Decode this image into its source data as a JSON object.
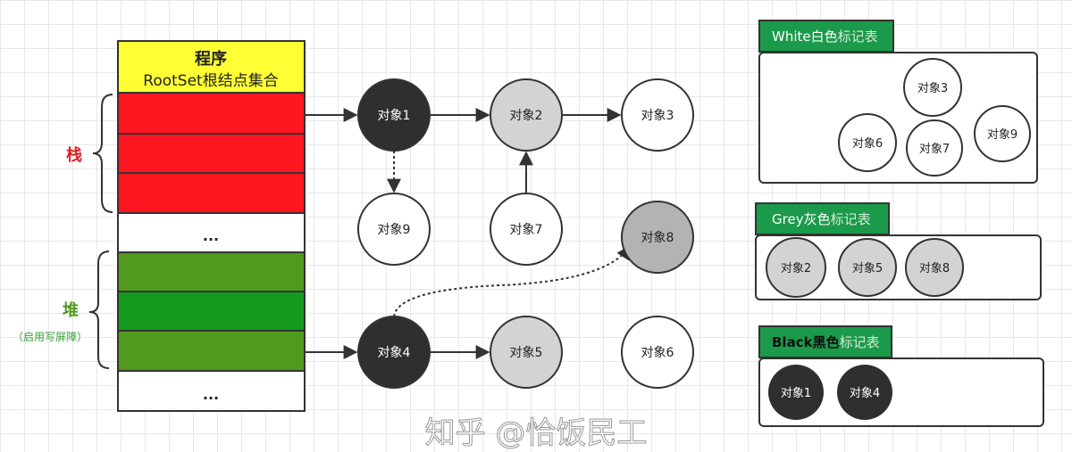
{
  "colors": {
    "stack": "#ff1620",
    "heap_a": "#4f9a1f",
    "heap_b": "#149a1c",
    "root": "#ffff33",
    "black": "#2f2f2f",
    "grey": "#d3d3d3",
    "grey_dark": "#b3b3b3",
    "header": "#1a9a4a"
  },
  "root": {
    "line1": "程序",
    "line2": "RootSet根结点集合",
    "ellipsis1": "...",
    "ellipsis2": "..."
  },
  "labels": {
    "stack": "栈",
    "heap": "堆",
    "heap_note": "（启用写屏障）"
  },
  "nodes": {
    "o1": "对象1",
    "o2": "对象2",
    "o3": "对象3",
    "o9": "对象9",
    "o7": "对象7",
    "o8": "对象8",
    "o4": "对象4",
    "o5": "对象5",
    "o6": "对象6"
  },
  "tables": {
    "white": {
      "title_en": "White白色",
      "title_cn": "标记表",
      "items": [
        "对象3",
        "对象6",
        "对象7",
        "对象9"
      ]
    },
    "grey": {
      "title_en": "Grey灰色",
      "title_cn": "标记表",
      "items": [
        "对象2",
        "对象5",
        "对象8"
      ]
    },
    "black": {
      "title_en": "Black黑色",
      "title_cn": "标记表",
      "items": [
        "对象1",
        "对象4"
      ]
    }
  },
  "watermark": "知乎 @恰饭民工"
}
